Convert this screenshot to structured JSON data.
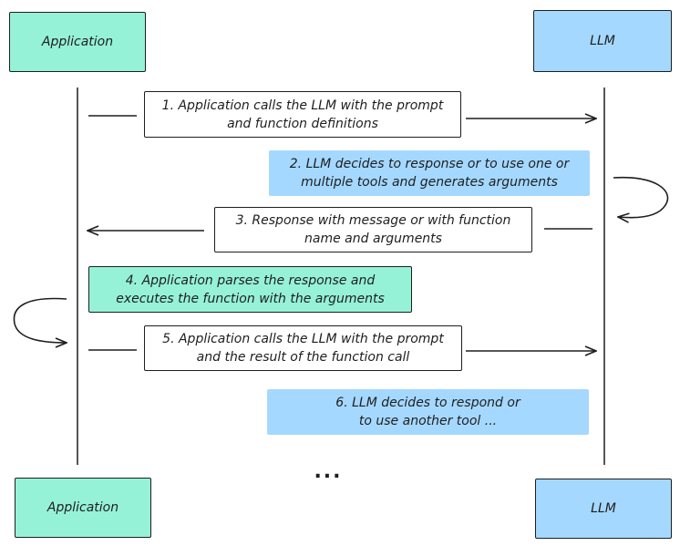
{
  "actors": {
    "top_left": "Application",
    "top_right": "LLM",
    "bottom_left": "Application",
    "bottom_right": "LLM"
  },
  "steps": [
    "1. Application calls the LLM with the prompt and function definitions",
    "2. LLM decides to response or to use one or multiple tools and generates arguments",
    "3. Response with message or with function name and arguments",
    "4. Application parses the response and executes the function with the arguments",
    "5. Application calls the LLM with the prompt and the result of the function call",
    "6. LLM decides to respond or to use another tool ..."
  ],
  "ellipsis": "...",
  "colors": {
    "application": "#96f2d7",
    "llm": "#a5d8ff",
    "stroke": "#1e1e1e"
  }
}
